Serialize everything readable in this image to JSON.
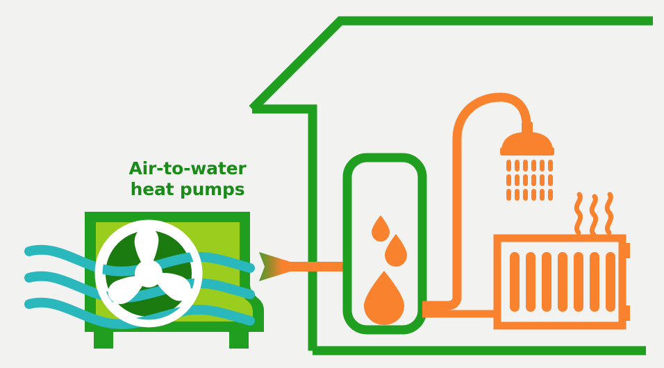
{
  "diagram": {
    "title": "Air-to-water heat pumps",
    "title_line_1": "Air-to-water",
    "title_line_2": "heat pumps",
    "background_color": "#f2f2f1"
  },
  "colors": {
    "green_dark": "#1f9e1f",
    "green_light": "#9bcd1f",
    "green_circle": "#1b7a10",
    "orange": "#f9822e",
    "teal": "#2ab8bc",
    "white": "#ffffff",
    "text_green": "#1b8a1b"
  },
  "components": {
    "heat_pump": {
      "name": "Air-to-water heat pump outdoor unit",
      "body_color": "#9bcd1f",
      "border_color": "#1f9e1f",
      "fan_blades": 3,
      "feet": 2
    },
    "airflow": {
      "name": "Cold air intake",
      "color": "#2ab8bc",
      "line_count": 3
    },
    "transfer_pipe": {
      "name": "Heat transfer pipe",
      "gradient_from": "#4e9a2f",
      "gradient_to": "#f9822e"
    },
    "house": {
      "name": "House outline",
      "color": "#1f9e1f"
    },
    "water_tank": {
      "name": "Hot water cylinder",
      "border_color": "#1f9e1f",
      "droplets": 3,
      "droplet_color": "#f9822e"
    },
    "shower": {
      "name": "Shower",
      "color": "#f9822e",
      "spray_rows": 3,
      "spray_per_row": 6
    },
    "radiator": {
      "name": "Radiator",
      "color": "#f9822e",
      "fins": 7,
      "heat_waves": 3,
      "side_tabs": 2
    }
  }
}
